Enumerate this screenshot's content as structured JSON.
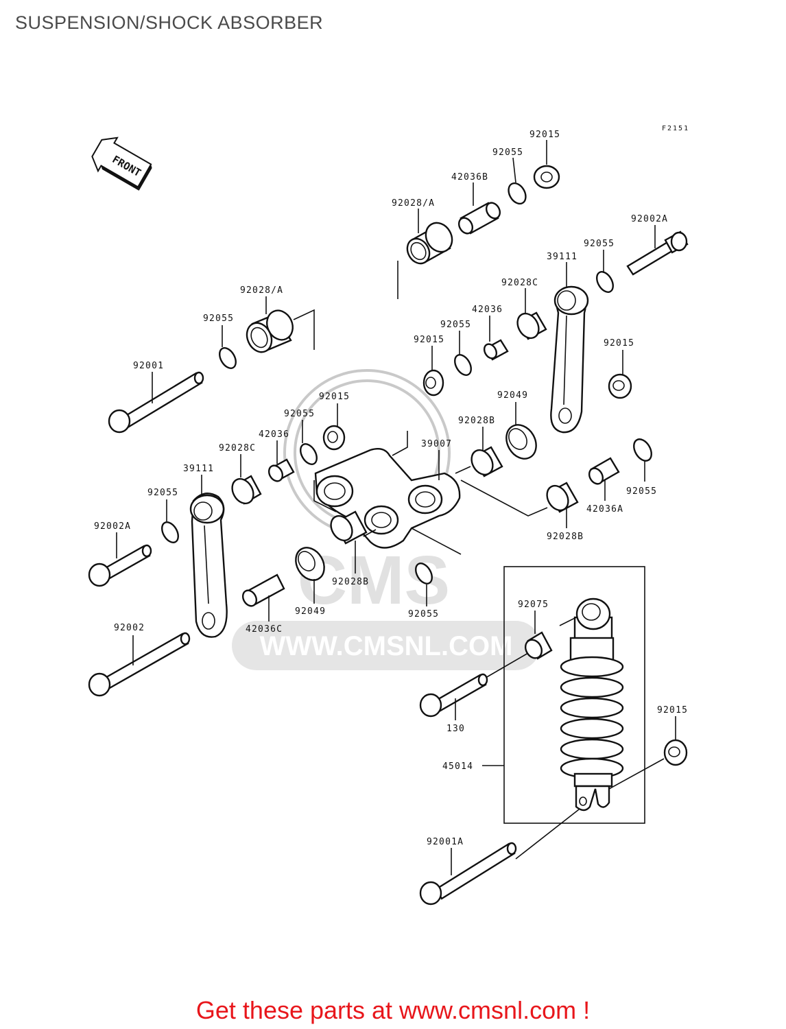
{
  "title": "SUSPENSION/SHOCK ABSORBER",
  "figure_code": "F2151",
  "front_arrow_label": "FRONT",
  "watermark": {
    "logo_text": "CMS",
    "url_text": "WWW.CMSNL.COM"
  },
  "part_labels": {
    "p92015_top": "92015",
    "p92055_top": "92055",
    "p42036B": "42036B",
    "p92028A_top": "92028/A",
    "p92002A_right": "92002A",
    "p92055_right": "92055",
    "p39111_right": "39111",
    "p92028C_right": "92028C",
    "p42036_right": "42036",
    "p92055_mid": "92055",
    "p92015_mid": "92015",
    "p92015_right": "92015",
    "p92028A_left": "92028/A",
    "p92055_left": "92055",
    "p92001": "92001",
    "p92015_c": "92015",
    "p92055_c": "92055",
    "p42036_left": "42036",
    "p92028C_left": "92028C",
    "p39111_left": "39111",
    "p39007": "39007",
    "p92049_right": "92049",
    "p92028B_right": "92028B",
    "p92055_far_right": "92055",
    "p42036A": "42036A",
    "p92028B_lower": "92028B",
    "p92055_lower_left": "92055",
    "p92002A_left": "92002A",
    "p92028B_mid": "92028B",
    "p92049_left": "92049",
    "p42036C": "42036C",
    "p92055_bottom": "92055",
    "p92002": "92002",
    "p92075": "92075",
    "p130": "130",
    "p45014": "45014",
    "p92015_shock": "92015",
    "p92001A": "92001A"
  },
  "footer_cta": "Get these parts at www.cmsnl.com !",
  "colors": {
    "cta": "#e8161b",
    "watermark": "#c9c9c9",
    "title": "#4a4a4a"
  }
}
